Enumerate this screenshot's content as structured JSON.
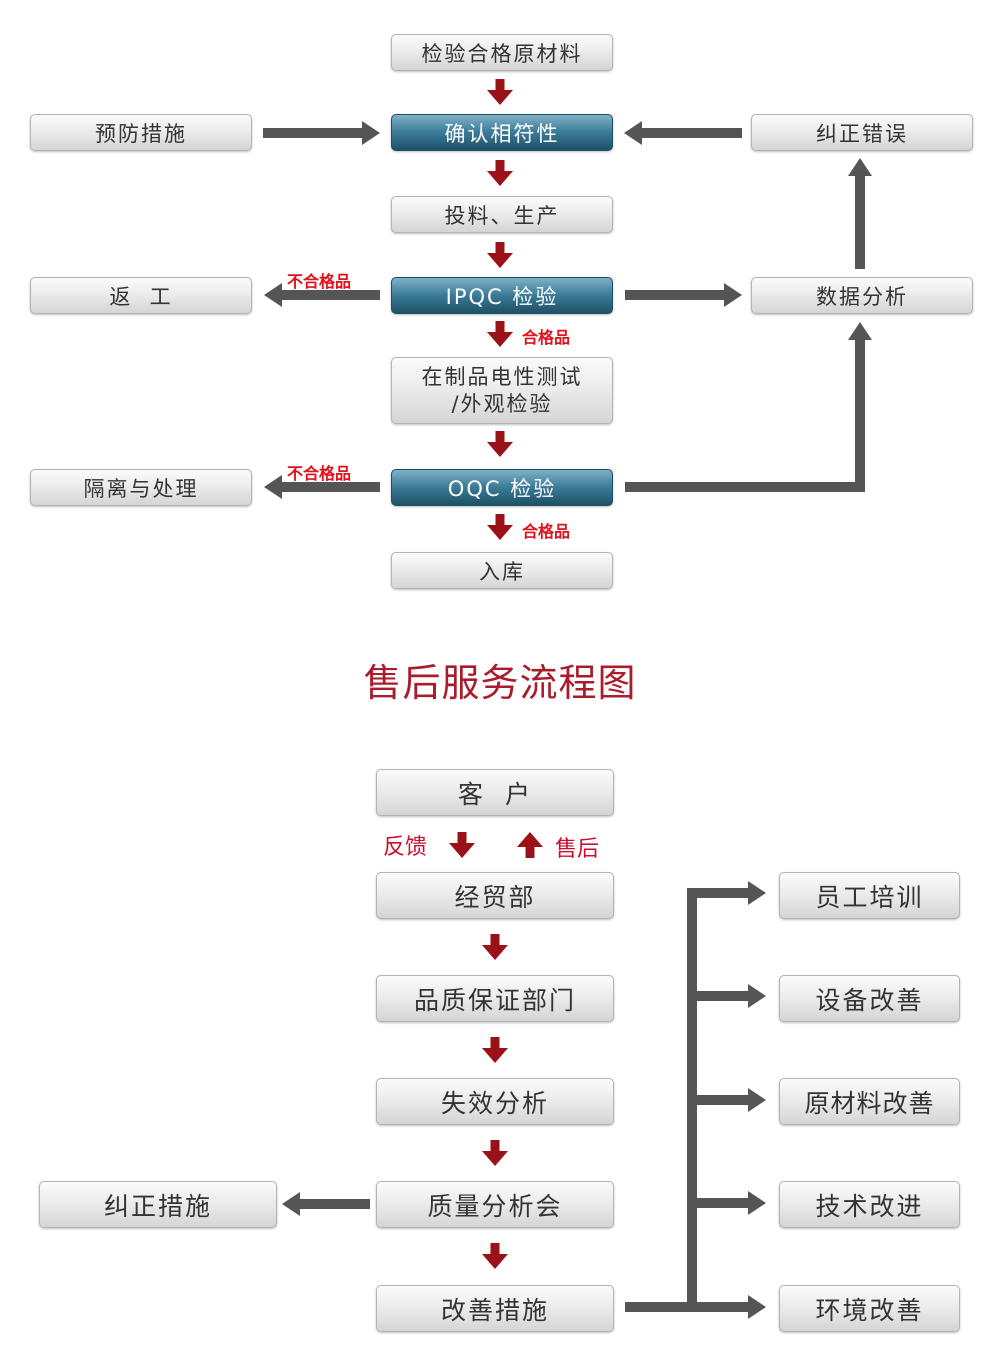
{
  "flow1": {
    "raw_material": "检验合格原材料",
    "prevention": "预防措施",
    "confirm": "确认相符性",
    "correct_error": "纠正错误",
    "production": "投料、生产",
    "rework": "返  工",
    "ipqc": "IPQC 检验",
    "data_analysis": "数据分析",
    "wip_test_line1": "在制品电性测试",
    "wip_test_line2": "/外观检验",
    "isolate": "隔离与处理",
    "oqc": "OQC 检验",
    "storage": "入库",
    "label_fail_1": "不合格品",
    "label_pass_1": "合格品",
    "label_fail_2": "不合格品",
    "label_pass_2": "合格品"
  },
  "title": "售后服务流程图",
  "flow2": {
    "customer": "客  户",
    "label_feedback": "反馈",
    "label_aftersale": "售后",
    "trade_dept": "经贸部",
    "qa_dept": "品质保证部门",
    "failure_analysis": "失效分析",
    "quality_meeting": "质量分析会",
    "correction": "纠正措施",
    "improvement": "改善措施",
    "staff_training": "员工培训",
    "equipment_improve": "设备改善",
    "material_improve": "原材料改善",
    "tech_improve": "技术改进",
    "env_improve": "环境改善"
  },
  "colors": {
    "blue_box": "#3c7c99",
    "red_arrow": "#9b1118",
    "gray_arrow": "#555555",
    "red_label": "#e0111b",
    "title": "#a81c2b"
  }
}
